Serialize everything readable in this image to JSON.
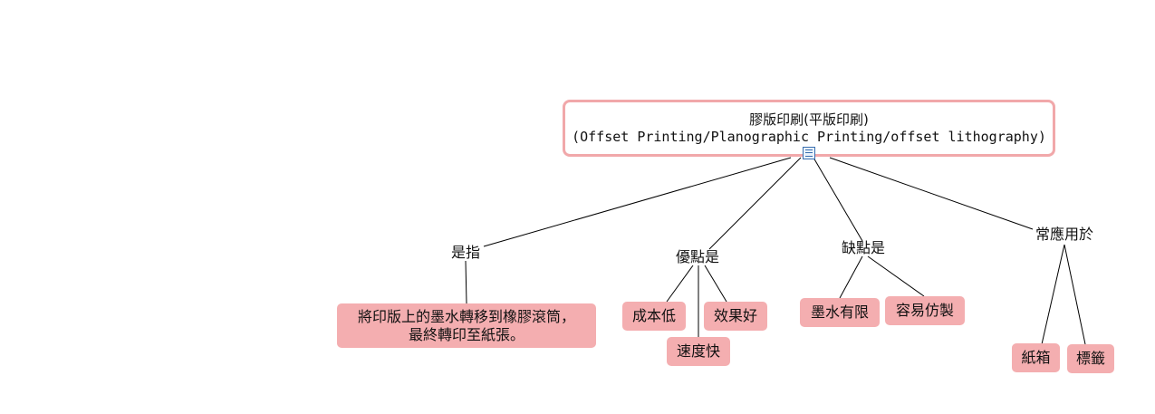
{
  "root": {
    "line1": "膠版印刷(平版印刷)",
    "line2": "(Offset Printing/Planographic Printing/offset lithography)"
  },
  "links": {
    "definition": "是指",
    "advantages": "優點是",
    "disadvantages": "缺點是",
    "uses": "常應用於"
  },
  "nodes": {
    "definition_line1": "將印版上的墨水轉移到橡膠滾筒，",
    "definition_line2": "最終轉印至紙張。",
    "low_cost": "成本低",
    "good_effect": "效果好",
    "fast_speed": "速度快",
    "limited_ink": "墨水有限",
    "easy_to_copy": "容易仿製",
    "carton": "紙箱",
    "label": "標籤"
  },
  "colors": {
    "node_fill": "#f4aeb0",
    "root_border": "#f1a8aa",
    "line": "#000000"
  }
}
